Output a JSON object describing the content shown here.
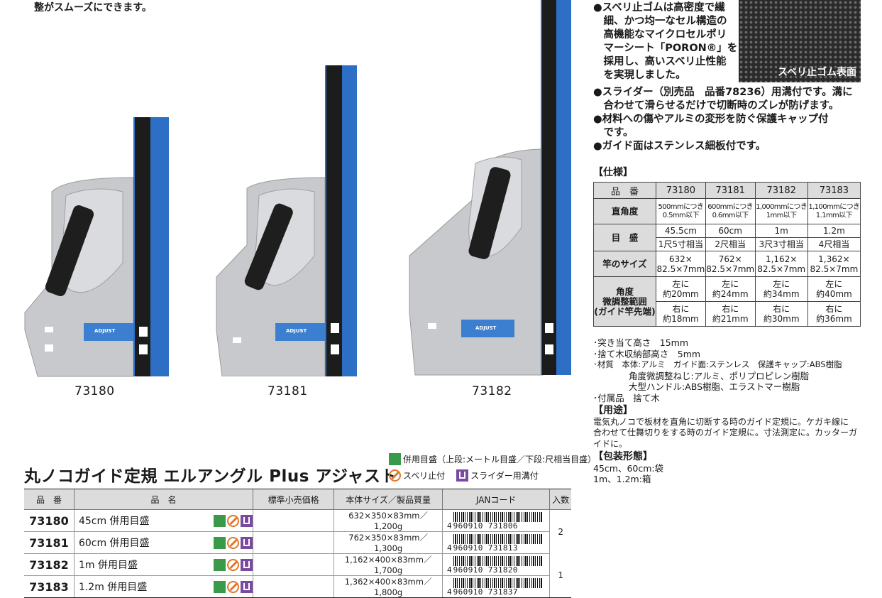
{
  "intro_text": "整がスムーズにできます。",
  "models": [
    "73180",
    "73181",
    "73182"
  ],
  "features": [
    "●スベリ止ゴムは高密度で繊",
    "　細、かつ均一なセル構造の",
    "　高機能なマイクロセルポリ",
    "　マーシート「PORON®」を",
    "　採用し、高いスベリ止性能",
    "　を実現しました。"
  ],
  "features2": [
    "●スライダー（別売品　品番78236）用溝付です。溝に",
    "　合わせて滑らせるだけで切断時のズレが防げます。",
    "●材料への傷やアルミの変形を防ぐ保護キャップ付",
    "　です。",
    "●ガイド面はステンレス細板付です。"
  ],
  "texture_caption": "スベリ止ゴム表面",
  "spec": {
    "title": "【仕様】",
    "head": [
      "品　番",
      "73180",
      "73181",
      "73182",
      "73183"
    ],
    "rows": {
      "squareness_label": "直角度",
      "squareness": [
        "500mmにつき\n0.5mm以下",
        "600mmにつき\n0.6mm以下",
        "1,000mmにつき\n1mm以下",
        "1,100mmにつき\n1.1mm以下"
      ],
      "scale_label": "目　盛",
      "scale_m": [
        "45.5cm",
        "60cm",
        "1m",
        "1.2m"
      ],
      "scale_s": [
        "1尺5寸相当",
        "2尺相当",
        "3尺3寸相当",
        "4尺相当"
      ],
      "rod_label": "竿のサイズ",
      "rod": [
        "632×\n82.5×7mm",
        "762×\n82.5×7mm",
        "1,162×\n82.5×7mm",
        "1,362×\n82.5×7mm"
      ],
      "angle_label": "角度\n微調整範囲\n(ガイド竿先端)",
      "angle_left": [
        "左に\n約20mm",
        "左に\n約24mm",
        "左に\n約34mm",
        "左に\n約40mm"
      ],
      "angle_right": [
        "右に\n約18mm",
        "右に\n約21mm",
        "右に\n約30mm",
        "右に\n約36mm"
      ]
    }
  },
  "notes": [
    "･突き当て高さ　15mm",
    "･捨て木収納部高さ　5mm",
    "･材質　本体:アルミ　ガイド面:ステンレス　保護キャップ:ABS樹脂",
    "　　　　角度微調整ねじ:アルミ、ポリプロピレン樹脂",
    "　　　　大型ハンドル:ABS樹脂、エラストマー樹脂",
    "･付属品　捨て木"
  ],
  "usage_title": "【用途】",
  "usage": [
    "電気丸ノコで板材を直角に切断する時のガイド定規に。ケガキ線に",
    "合わせて仕舞切りをする時のガイド定規に。寸法測定に。カッターガ",
    "イドに。"
  ],
  "pack_title": "【包装形態】",
  "pack": [
    "45cm、60cm:袋",
    "1m、1.2m:箱"
  ],
  "product_title": "丸ノコガイド定規 エルアングル Plus アジャスト",
  "legend": {
    "cm": "併用目盛（上段:メートル目盛／下段:尺相当目盛）",
    "no_slip": "スベリ止付",
    "slider": "スライダー用溝付"
  },
  "table": {
    "headers": [
      "品　番",
      "品　名",
      "標準小売価格",
      "本体サイズ／製品質量",
      "JANコード",
      "入数"
    ],
    "rows": [
      {
        "no": "73180",
        "name": "45cm 併用目盛",
        "size": "632×350×83mm／1,200g",
        "jan_lead": "4",
        "jan": "960910 731806"
      },
      {
        "no": "73181",
        "name": "60cm 併用目盛",
        "size": "762×350×83mm／1,300g",
        "jan_lead": "4",
        "jan": "960910 731813"
      },
      {
        "no": "73182",
        "name": "1m 併用目盛",
        "size": "1,162×400×83mm／1,700g",
        "jan_lead": "4",
        "jan": "960910 731820"
      },
      {
        "no": "73183",
        "name": "1.2m 併用目盛",
        "size": "1,362×400×83mm／1,800g",
        "jan_lead": "4",
        "jan": "960910 731837"
      }
    ],
    "qty": [
      "2",
      "1"
    ]
  },
  "colors": {
    "ruler_blue": "#2d6fc4",
    "body_gray": "#c7c9cc",
    "handle": "#1e1e1e",
    "header_gray": "#dcdcdc"
  }
}
